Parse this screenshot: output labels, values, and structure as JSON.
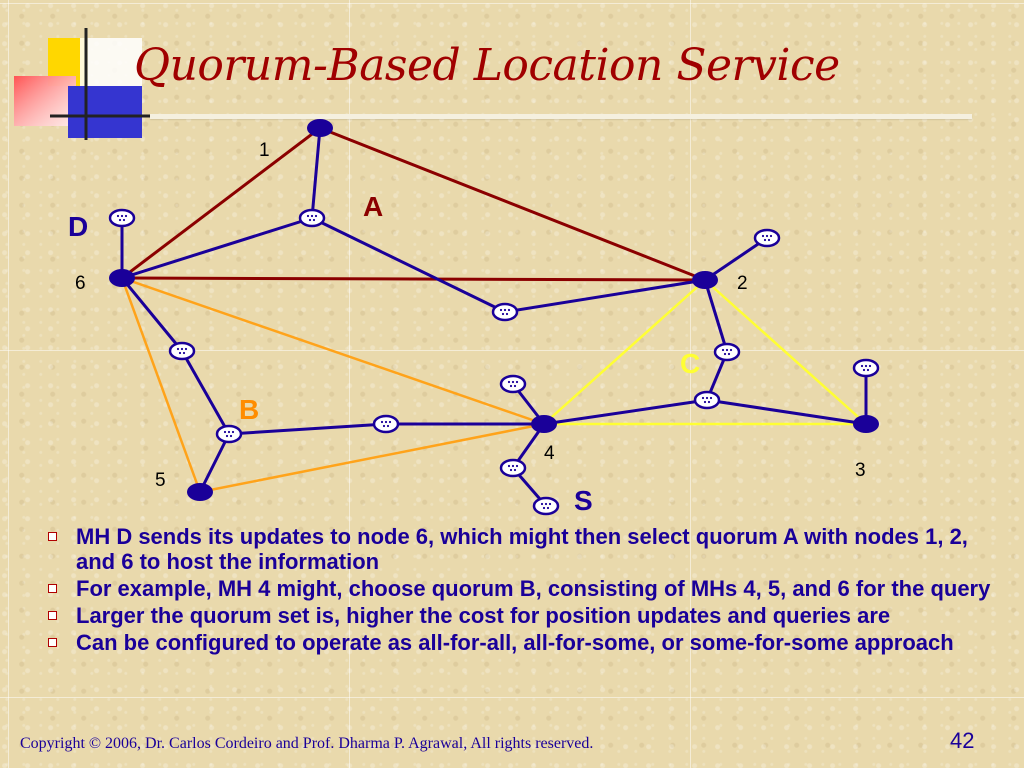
{
  "slide": {
    "title": "Quorum-Based Location Service",
    "page_number": "42",
    "copyright": "Copyright © 2006, Dr. Carlos Cordeiro and  Prof. Dharma P. Agrawal,  All rights reserved."
  },
  "diagram": {
    "node_labels": {
      "n1": "1",
      "n2": "2",
      "n3": "3",
      "n4": "4",
      "n5": "5",
      "n6": "6"
    },
    "quorum_labels": {
      "A": "A",
      "B": "B",
      "C": "C",
      "D": "D",
      "S": "S"
    },
    "colors": {
      "quorum_A": "#8b0000",
      "quorum_B": "#ffa31a",
      "quorum_C": "#ffff33",
      "links": "#1a0099",
      "node_fill": "#1a0099",
      "label_A": "#8b0000",
      "label_B": "#ff8c00",
      "label_C": "#ffff33",
      "label_DS": "#1a0099"
    }
  },
  "bullets": [
    "MH D sends its updates to node 6, which might then select quorum A with nodes 1, 2, and 6 to host the information",
    "For example, MH 4 might, choose quorum B, consisting of MHs 4, 5, and 6 for the query",
    "Larger the quorum set is, higher the cost for position updates and queries are",
    "Can be configured to operate as all-for-all, all-for-some, or some-for-some approach"
  ]
}
